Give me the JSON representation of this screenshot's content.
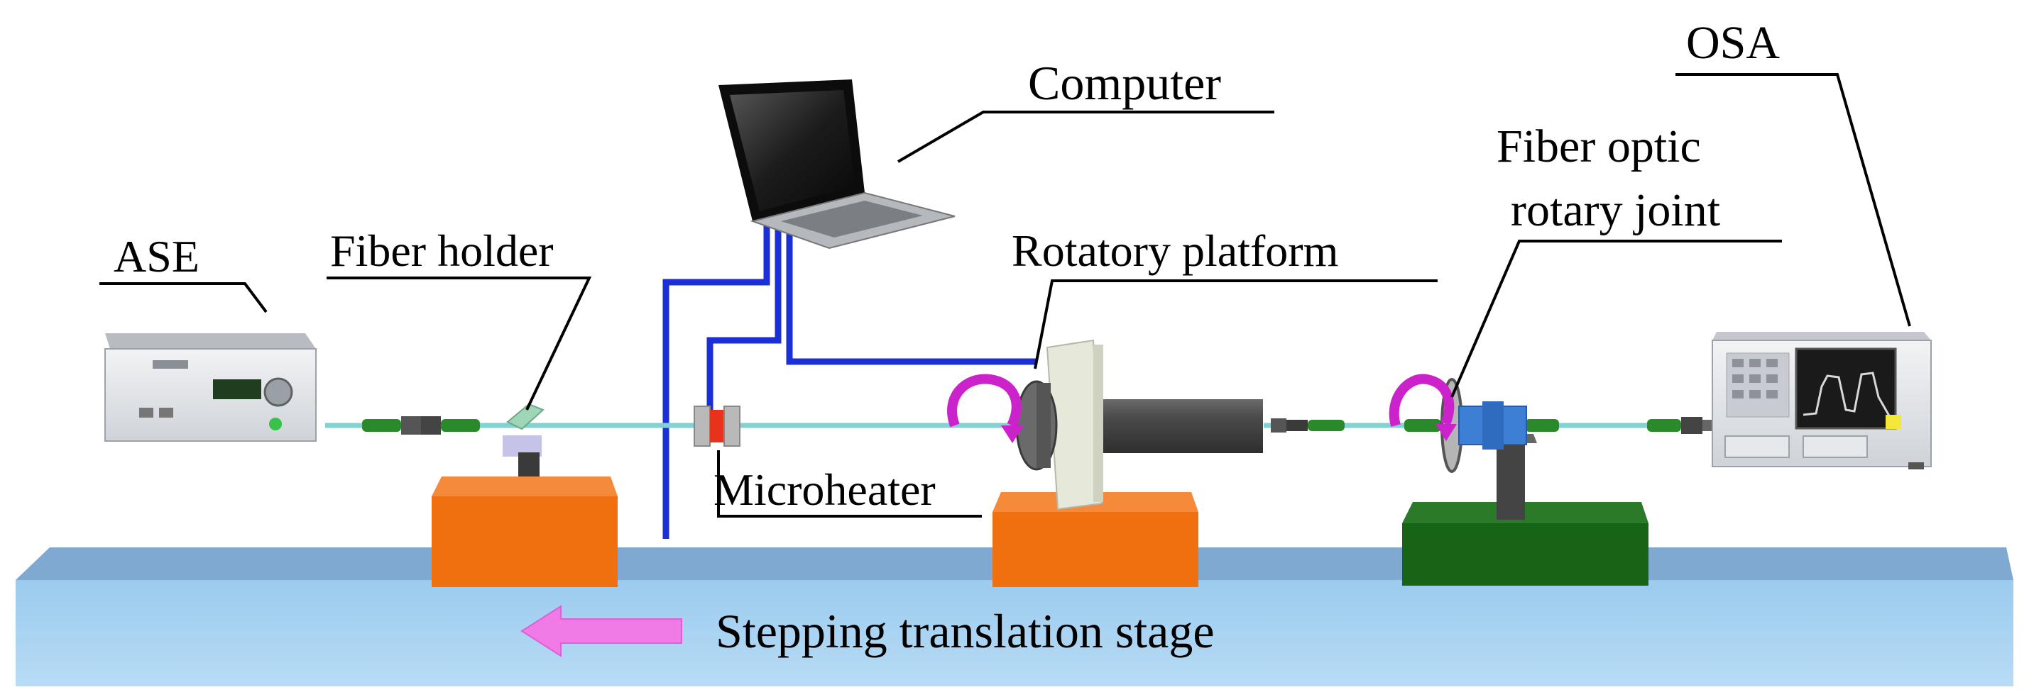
{
  "labels": {
    "ase": "ASE",
    "fiber_holder": "Fiber holder",
    "computer": "Computer",
    "rotatory_platform": "Rotatory platform",
    "fiber_optic_line1": "Fiber optic",
    "fiber_optic_line2": "rotary joint",
    "osa": "OSA",
    "microheater": "Microheater",
    "stage": "Stepping translation stage"
  },
  "colors": {
    "stage_top": "#7fa9d1",
    "stage_front": "#a9d4f2",
    "orange_block": "#f07010",
    "green_block": "#176417",
    "cable_blue": "#1a2fd6",
    "arrow_pink": "#f07ae6",
    "rotation_arrow": "#cc22cc",
    "fiber": "#7fd3d3",
    "heater_red": "#e8321c"
  }
}
